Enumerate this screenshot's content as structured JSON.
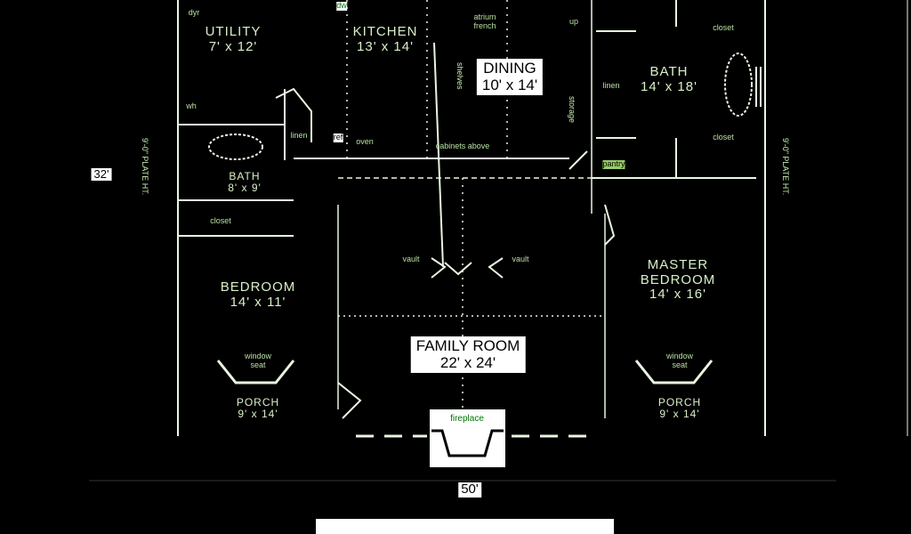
{
  "rooms": {
    "utility": {
      "name": "UTILITY",
      "size": "7' x 12'"
    },
    "kitchen": {
      "name": "KITCHEN",
      "size": "13' x 14'"
    },
    "dining": {
      "name": "DINING",
      "size": "10' x 14'"
    },
    "master_bath": {
      "name": "BATH",
      "size": "14' x 18'"
    },
    "bath": {
      "name": "BATH",
      "size": "8' x 9'"
    },
    "bedroom": {
      "name": "BEDROOM",
      "size": "14' x 11'"
    },
    "master_bedroom": {
      "name": "MASTER BEDROOM",
      "size": "14' x 16'"
    },
    "family_room": {
      "name": "FAMILY ROOM",
      "size": "22' x 24'"
    },
    "porch_left": {
      "name": "PORCH",
      "size": "9' x 14'"
    },
    "porch_right": {
      "name": "PORCH",
      "size": "9' x 14'"
    }
  },
  "notes": {
    "dryer": "dyr",
    "dw": "dw",
    "atrium_french": "atrium french",
    "up": "up",
    "closet_top": "closet",
    "closet_bottom": "closet",
    "linen": "linen",
    "storage": "storage",
    "shelves": "shelves",
    "pantry": "pantry",
    "ref": "ref",
    "oven": "oven",
    "linen_left": "linen",
    "closet_left": "closet",
    "wh": "wh",
    "ceiling_above": "cabinets above",
    "vault_left": "vault",
    "vault_right": "vault",
    "window_seat_left": "window seat",
    "window_seat_right": "window seat",
    "fireplace": "fireplace",
    "plate_left": "9'-0\" PLATE HT.",
    "plate_right": "9'-0\" PLATE HT."
  },
  "dimensions": {
    "depth": "32'",
    "width": "50'"
  }
}
